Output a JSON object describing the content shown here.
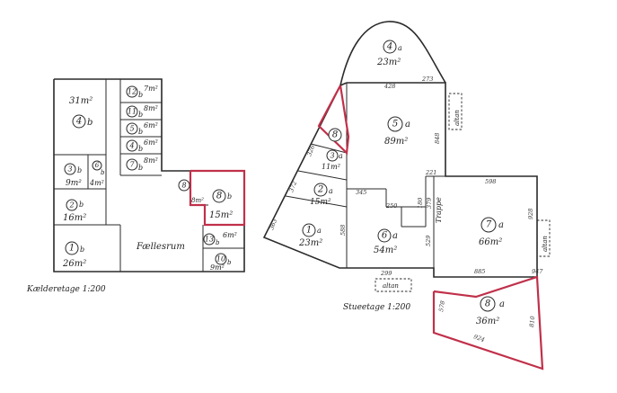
{
  "basement": {
    "caption": "Kælderetage 1:200",
    "common_room": "Fællesrum",
    "rooms": [
      {
        "id": "4b",
        "num": "4",
        "suffix": "b",
        "area": "31m²"
      },
      {
        "id": "12b",
        "num": "12",
        "suffix": "b",
        "area": "7m²"
      },
      {
        "id": "11b",
        "num": "11",
        "suffix": "b",
        "area": "8m²"
      },
      {
        "id": "5b",
        "num": "5",
        "suffix": "b",
        "area": "6m²"
      },
      {
        "id": "4b-small",
        "num": "4",
        "suffix": "b",
        "area": "6m²"
      },
      {
        "id": "7b",
        "num": "7",
        "suffix": "b",
        "area": "8m²"
      },
      {
        "id": "3b",
        "num": "3",
        "suffix": "b",
        "area": "9m²"
      },
      {
        "id": "6b",
        "num": "6",
        "suffix": "b",
        "area": "4m²"
      },
      {
        "id": "2b",
        "num": "2",
        "suffix": "b",
        "area": "16m²"
      },
      {
        "id": "1b",
        "num": "1",
        "suffix": "b",
        "area": "26m²"
      },
      {
        "id": "8b",
        "num": "8",
        "suffix": "b",
        "area": "15m²"
      },
      {
        "id": "8-sm",
        "num": "8",
        "suffix": "",
        "area": "8m²"
      },
      {
        "id": "13b",
        "num": "13",
        "suffix": "b",
        "area": "6m²"
      },
      {
        "id": "10b",
        "num": "10",
        "suffix": "b",
        "area": "9m²"
      }
    ]
  },
  "ground": {
    "caption": "Stueetage 1:200",
    "stair_label": "Trappe",
    "balcony_label": "altan",
    "rooms": [
      {
        "id": "4a",
        "num": "4",
        "suffix": "a",
        "area": "23m²"
      },
      {
        "id": "5a",
        "num": "5",
        "suffix": "a",
        "area": "89m²"
      },
      {
        "id": "8-upper",
        "num": "8",
        "suffix": "",
        "area": ""
      },
      {
        "id": "3a",
        "num": "3",
        "suffix": "a",
        "area": "11m²"
      },
      {
        "id": "2a",
        "num": "2",
        "suffix": "a",
        "area": "15m²"
      },
      {
        "id": "1a",
        "num": "1",
        "suffix": "a",
        "area": "23m²"
      },
      {
        "id": "6a",
        "num": "6",
        "suffix": "a",
        "area": "54m²"
      },
      {
        "id": "7a",
        "num": "7",
        "suffix": "a",
        "area": "66m²"
      },
      {
        "id": "8a",
        "num": "8",
        "suffix": "a",
        "area": "36m²"
      }
    ],
    "dimensions": [
      "273",
      "428",
      "848",
      "345",
      "221",
      "598",
      "299",
      "885",
      "947",
      "924",
      "578",
      "810",
      "379",
      "180",
      "250",
      "529",
      "928",
      "588",
      "363",
      "372",
      "326"
    ]
  },
  "colors": {
    "lines": "#2a2a2a",
    "highlight": "#c0304a",
    "background": "#ffffff"
  }
}
